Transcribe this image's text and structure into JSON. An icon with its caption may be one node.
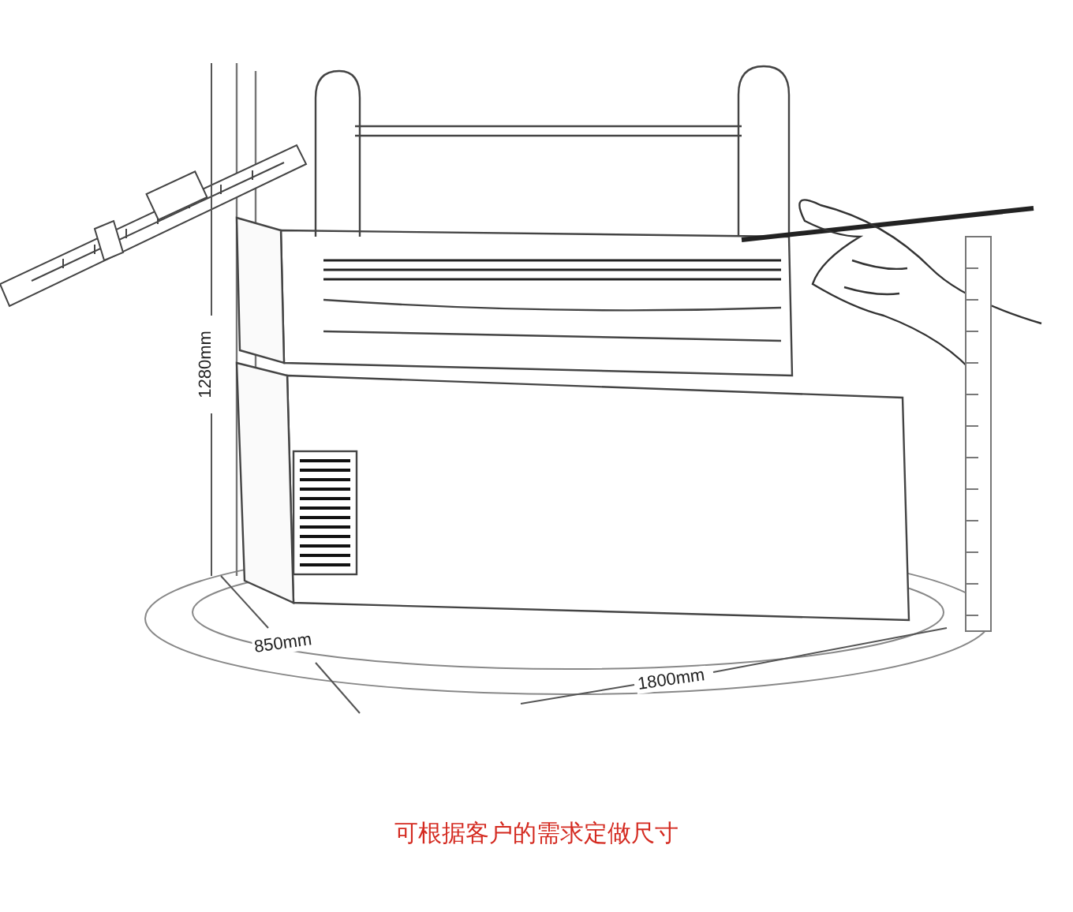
{
  "diagram": {
    "caption": "可根据客户的需求定做尺寸",
    "labels": [
      "1280mm",
      "850mm",
      "1800mm"
    ]
  }
}
